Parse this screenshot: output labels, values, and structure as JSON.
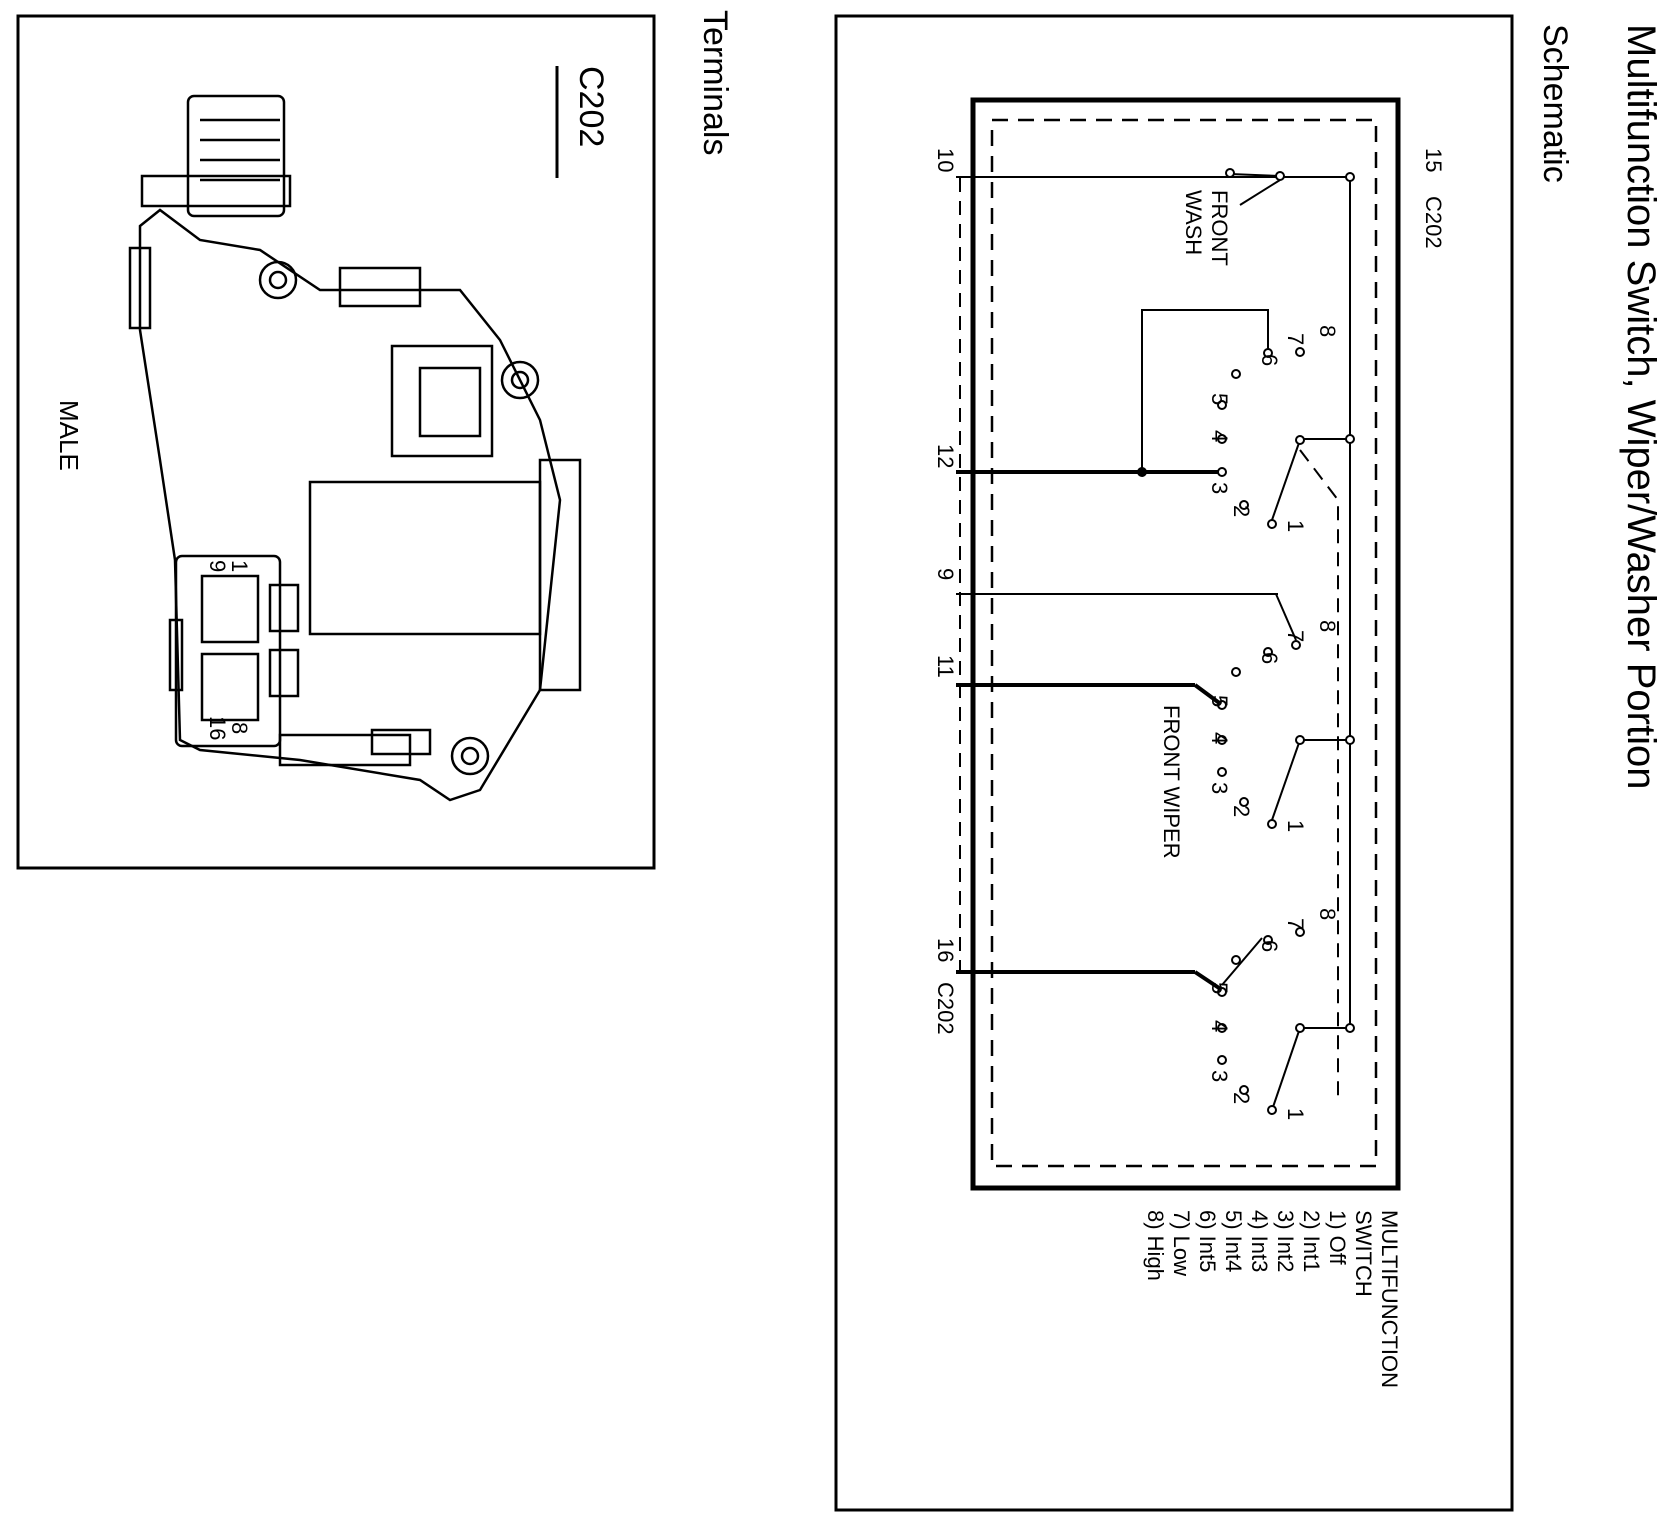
{
  "title": "Multifunction Switch, Wiper/Washer Portion",
  "schematic_heading": "Schematic",
  "terminals_heading": "Terminals",
  "schematic": {
    "connector_top": "C202",
    "connector_bottom": "C202",
    "pins": {
      "p15": "15",
      "p10": "10",
      "p12": "12",
      "p9": "9",
      "p11": "11",
      "p16": "16"
    },
    "front_wash_line1": "FRONT",
    "front_wash_line2": "WASH",
    "front_wiper": "FRONT WIPER",
    "contacts": [
      "1",
      "2",
      "3",
      "4",
      "5",
      "6",
      "7",
      "8"
    ],
    "legend_title_1": "MULTIFUNCTION",
    "legend_title_2": "SWITCH",
    "legend": [
      "1) Off",
      "2) Int1",
      "3) Int2",
      "4) Int3",
      "5) Int4",
      "6) Int5",
      "7) Low",
      "8) High"
    ]
  },
  "terminals": {
    "connector": "C202",
    "gender": "MALE",
    "pin_labels": [
      "1",
      "8",
      "9",
      "16"
    ]
  }
}
